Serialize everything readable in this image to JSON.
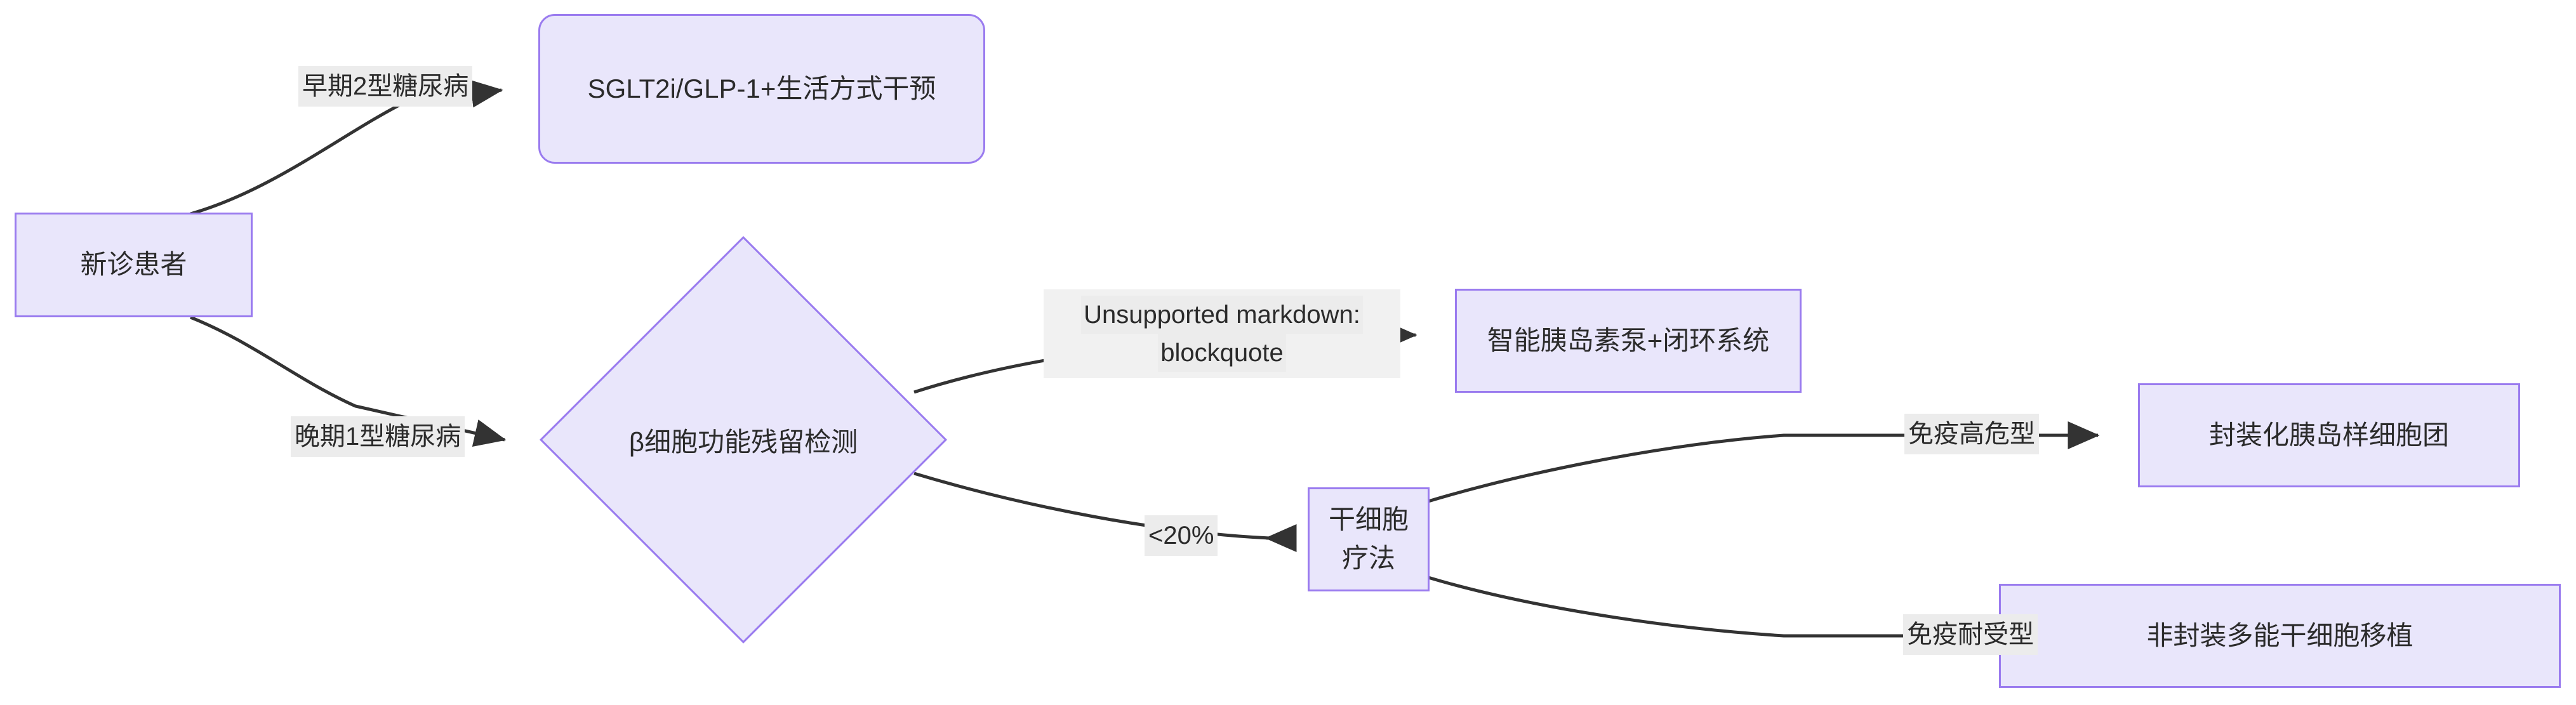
{
  "diagram": {
    "type": "flowchart",
    "direction": "left-to-right",
    "theme": {
      "node_fill": "#E9E6FB",
      "node_border": "#9A7BEF",
      "edge_stroke": "#333333",
      "label_background": "#ECECEC",
      "text_color": "#2b2b2b",
      "canvas_background": "#FFFFFF"
    },
    "nodes": [
      {
        "id": "n1",
        "label": "新诊患者",
        "shape": "rect"
      },
      {
        "id": "n2",
        "label": "SGLT2i/GLP-1+生活方式干预",
        "shape": "rounded-rect"
      },
      {
        "id": "n3",
        "label": "β细胞功能残留检测",
        "shape": "diamond"
      },
      {
        "id": "n4",
        "label": "智能胰岛素泵+闭环系统",
        "shape": "rect"
      },
      {
        "id": "n5",
        "label": "干细胞疗法",
        "shape": "rect"
      },
      {
        "id": "n6",
        "label": "封装化胰岛样细胞团",
        "shape": "rect"
      },
      {
        "id": "n7",
        "label": "非封装多能干细胞移植",
        "shape": "rect"
      }
    ],
    "edges": [
      {
        "from": "n1",
        "to": "n2",
        "label": "早期2型糖尿病"
      },
      {
        "from": "n1",
        "to": "n3",
        "label": "晚期1型糖尿病"
      },
      {
        "from": "n3",
        "to": "n4",
        "label": "Unsupported markdown: blockquote",
        "label_line1": "Unsupported markdown:",
        "label_line2": "blockquote"
      },
      {
        "from": "n3",
        "to": "n5",
        "label": "<20%"
      },
      {
        "from": "n5",
        "to": "n6",
        "label": "免疫高危型"
      },
      {
        "from": "n5",
        "to": "n7",
        "label": "免疫耐受型"
      }
    ]
  }
}
